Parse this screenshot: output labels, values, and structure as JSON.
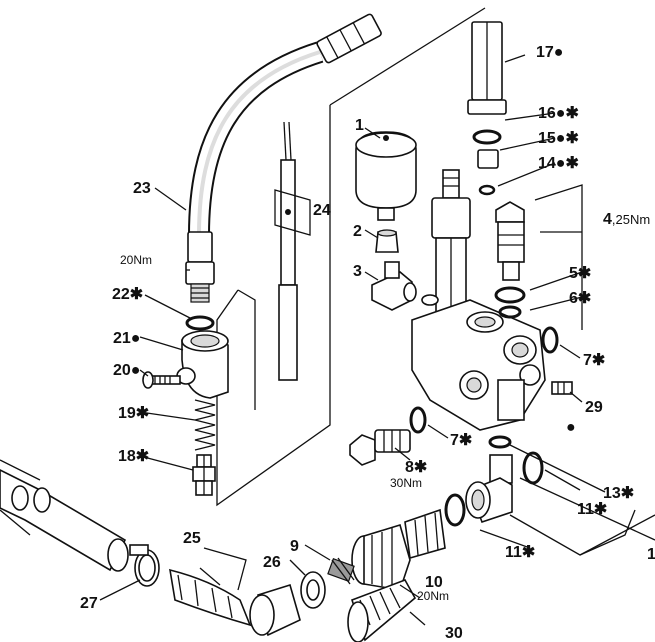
{
  "callouts": [
    {
      "id": "c1",
      "number": "1",
      "mark": "",
      "spec": ""
    },
    {
      "id": "c2",
      "number": "2",
      "mark": "",
      "spec": ""
    },
    {
      "id": "c3",
      "number": "3",
      "mark": "",
      "spec": ""
    },
    {
      "id": "c4",
      "number": "4",
      "mark": "",
      "spec": ",25Nm"
    },
    {
      "id": "c5",
      "number": "5",
      "mark": "✱",
      "spec": ""
    },
    {
      "id": "c6",
      "number": "6",
      "mark": "✱",
      "spec": ""
    },
    {
      "id": "c7a",
      "number": "7",
      "mark": "✱",
      "spec": ""
    },
    {
      "id": "c7b",
      "number": "7",
      "mark": "✱",
      "spec": ""
    },
    {
      "id": "c8",
      "number": "8",
      "mark": "✱",
      "spec": "30Nm"
    },
    {
      "id": "c9",
      "number": "9",
      "mark": "",
      "spec": ""
    },
    {
      "id": "c10",
      "number": "10",
      "mark": "",
      "spec": "20Nm"
    },
    {
      "id": "c11a",
      "number": "11",
      "mark": "✱",
      "spec": ""
    },
    {
      "id": "c11b",
      "number": "11",
      "mark": "✱",
      "spec": ""
    },
    {
      "id": "c13",
      "number": "13",
      "mark": "✱",
      "spec": ""
    },
    {
      "id": "c14",
      "number": "14",
      "mark": "●✱",
      "spec": ""
    },
    {
      "id": "c15",
      "number": "15",
      "mark": "●✱",
      "spec": ""
    },
    {
      "id": "c16",
      "number": "16",
      "mark": "●✱",
      "spec": ""
    },
    {
      "id": "c17",
      "number": "17",
      "mark": "●",
      "spec": ""
    },
    {
      "id": "c18",
      "number": "18",
      "mark": "✱",
      "spec": ""
    },
    {
      "id": "c19",
      "number": "19",
      "mark": "✱",
      "spec": ""
    },
    {
      "id": "c20",
      "number": "20",
      "mark": "●",
      "spec": ""
    },
    {
      "id": "c21",
      "number": "21",
      "mark": "●",
      "spec": ""
    },
    {
      "id": "c22",
      "number": "22",
      "mark": "✱",
      "spec": ""
    },
    {
      "id": "c23",
      "number": "23",
      "mark": "",
      "spec": ""
    },
    {
      "id": "c24",
      "number": "24",
      "mark": "",
      "spec": ""
    },
    {
      "id": "c25",
      "number": "25",
      "mark": "",
      "spec": ""
    },
    {
      "id": "c26",
      "number": "26",
      "mark": "",
      "spec": ""
    },
    {
      "id": "c27",
      "number": "27",
      "mark": "",
      "spec": ""
    },
    {
      "id": "c29",
      "number": "29",
      "mark": "",
      "spec": ""
    },
    {
      "id": "c30",
      "number": "30",
      "mark": "",
      "spec": ""
    },
    {
      "id": "c1b",
      "number": "1",
      "mark": "",
      "spec": ""
    }
  ],
  "torque_note_22": "20Nm",
  "standalone_dot": "●"
}
